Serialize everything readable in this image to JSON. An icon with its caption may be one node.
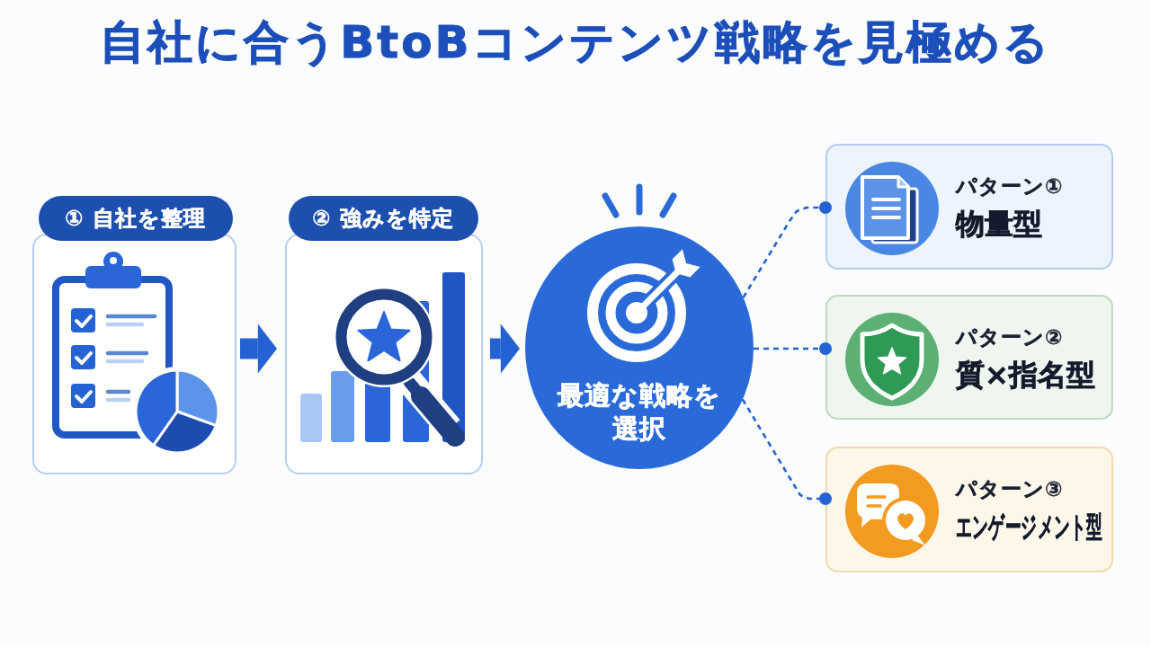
{
  "diagram": {
    "title": "自社に合うBtoBコンテンツ戦略を見極める",
    "nodes": [
      {
        "text": [
          "① 自社を整理"
        ]
      },
      {
        "text": [
          "② 強みを特定"
        ]
      },
      {
        "text": [
          "最適な戦略を選択"
        ]
      },
      {
        "text": [
          "パターン①",
          "物量型"
        ]
      },
      {
        "text": [
          "パターン②",
          "質×指名型"
        ]
      },
      {
        "text": [
          "パターン③",
          "エンゲージメント型"
        ]
      }
    ],
    "edges": [
      {
        "from": 0,
        "to": 1,
        "arrow": "to",
        "style": "thick"
      },
      {
        "from": 1,
        "to": 2,
        "arrow": "to",
        "style": "thick"
      },
      {
        "from": 2,
        "to": 3,
        "arrow": "other",
        "style": "dashed"
      },
      {
        "from": 2,
        "to": 4,
        "arrow": "other",
        "style": "dashed"
      },
      {
        "from": 2,
        "to": 5,
        "arrow": "other",
        "style": "dashed"
      }
    ]
  }
}
